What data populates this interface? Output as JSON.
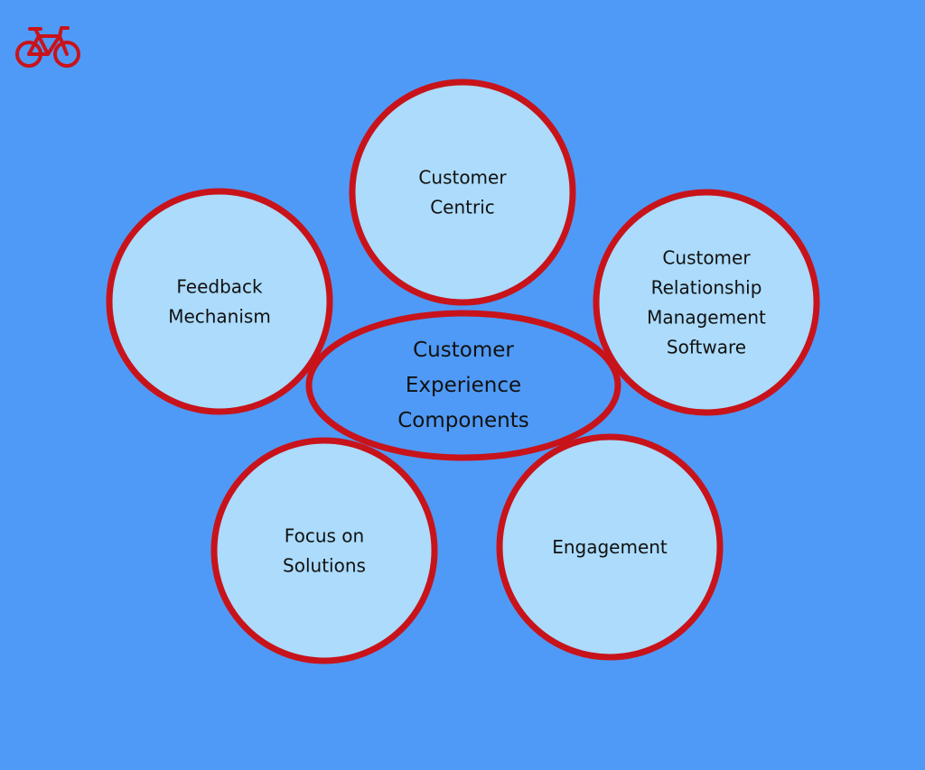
{
  "colors": {
    "background": "#4f9af6",
    "circle_fill": "#acdbfb",
    "center_fill": "#4f9af6",
    "stroke": "#c8131b",
    "text": "#111111"
  },
  "logo": {
    "icon": "bicycle-icon"
  },
  "center": {
    "lines": [
      "Customer",
      "Experience",
      "Components"
    ]
  },
  "components": [
    {
      "id": "customer-centric",
      "lines": [
        "Customer",
        "Centric"
      ]
    },
    {
      "id": "crm-software",
      "lines": [
        "Customer",
        "Relationship",
        "Management",
        "Software"
      ]
    },
    {
      "id": "engagement",
      "lines": [
        "Engagement"
      ]
    },
    {
      "id": "focus-on-solutions",
      "lines": [
        "Focus on",
        "Solutions"
      ]
    },
    {
      "id": "feedback-mechanism",
      "lines": [
        "Feedback",
        "Mechanism"
      ]
    }
  ]
}
